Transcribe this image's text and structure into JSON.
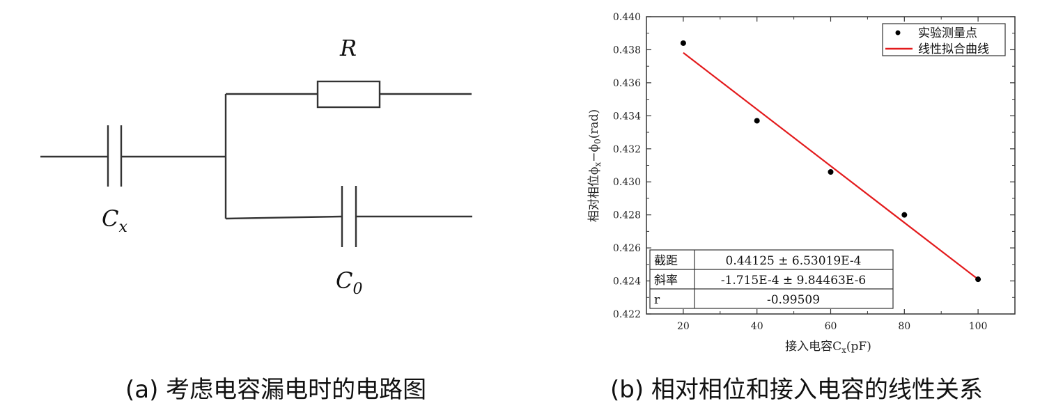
{
  "panel_a": {
    "caption": "(a) 考虑电容漏电时的电路图",
    "labels": {
      "R": "R",
      "Cx_main": "C",
      "Cx_sub": "x",
      "C0_main": "C",
      "C0_sub": "0"
    }
  },
  "panel_b": {
    "caption": "(b) 相对相位和接入电容的线性关系"
  },
  "chart_data": {
    "type": "scatter",
    "xlabel": "接入电容C",
    "xlabel_sub": "x",
    "xlabel_unit": "(pF)",
    "ylabel": "相对相位ϕ",
    "ylabel_sub1": "x",
    "ylabel_mid": "−ϕ",
    "ylabel_sub2": "0",
    "ylabel_unit": "(rad)",
    "xlim": [
      10,
      110
    ],
    "ylim": [
      0.422,
      0.44
    ],
    "x_ticks": [
      "20",
      "40",
      "60",
      "80",
      "100"
    ],
    "x_tick_values": [
      20,
      40,
      60,
      80,
      100
    ],
    "y_ticks": [
      "0.422",
      "0.424",
      "0.426",
      "0.428",
      "0.430",
      "0.432",
      "0.434",
      "0.436",
      "0.438",
      "0.440"
    ],
    "y_tick_values": [
      0.422,
      0.424,
      0.426,
      0.428,
      0.43,
      0.432,
      0.434,
      0.436,
      0.438,
      0.44
    ],
    "series": [
      {
        "name": "实验测量点",
        "x": [
          20,
          40,
          60,
          80,
          100
        ],
        "y": [
          0.4384,
          0.4337,
          0.4306,
          0.428,
          0.4241
        ],
        "color": "#000000"
      }
    ],
    "fit": {
      "name": "线性拟合曲线",
      "intercept": 0.44125,
      "slope": -0.0001715,
      "x_range": [
        20,
        100
      ],
      "color": "#e31a1c"
    },
    "legend_position": "top-right",
    "table": {
      "rows": [
        {
          "label": "截距",
          "value": "0.44125 ± 6.53019E-4"
        },
        {
          "label": "斜率",
          "value": "-1.715E-4 ± 9.84463E-6"
        },
        {
          "label": "r",
          "value": "-0.99509"
        }
      ]
    }
  }
}
